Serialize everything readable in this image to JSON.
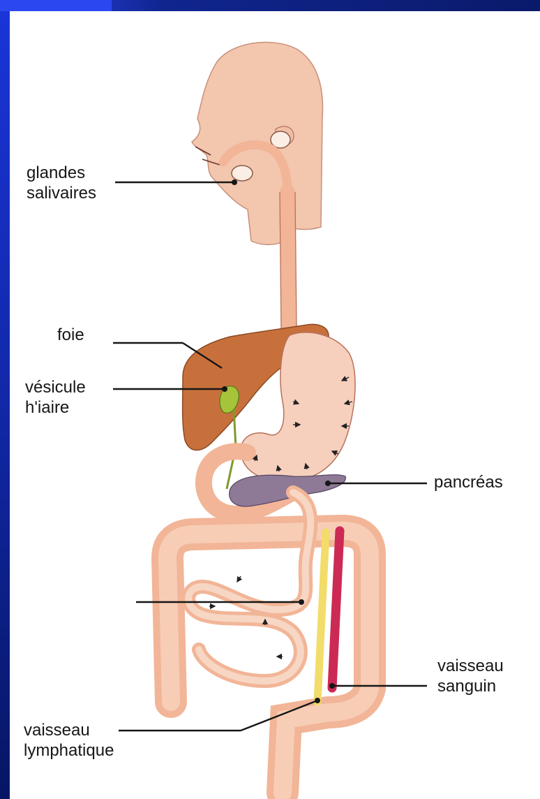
{
  "labels": {
    "glandes_salivaires": [
      "glandes",
      "salivaires"
    ],
    "foie": "foie",
    "vesicule_biliaire": [
      "vésicule",
      "h'iaire"
    ],
    "pancreas": "pancréas",
    "vaisseau_sanguin": [
      "vaisseau",
      "sanguin"
    ],
    "vaisseau_lymphatique": [
      "vaisseau",
      "lymphatique"
    ]
  },
  "colors": {
    "frame_blue": "#1128a8",
    "skin": "#f3c6ae",
    "tract": "#f2b597",
    "tract_outline": "#b8705a",
    "liver": "#c8703c",
    "gallbladder": "#a6c43a",
    "pancreas": "#8e7a96",
    "blood_vessel": "#cc2a55",
    "lymph_vessel": "#f2dc6a",
    "leader_line": "#161616"
  }
}
